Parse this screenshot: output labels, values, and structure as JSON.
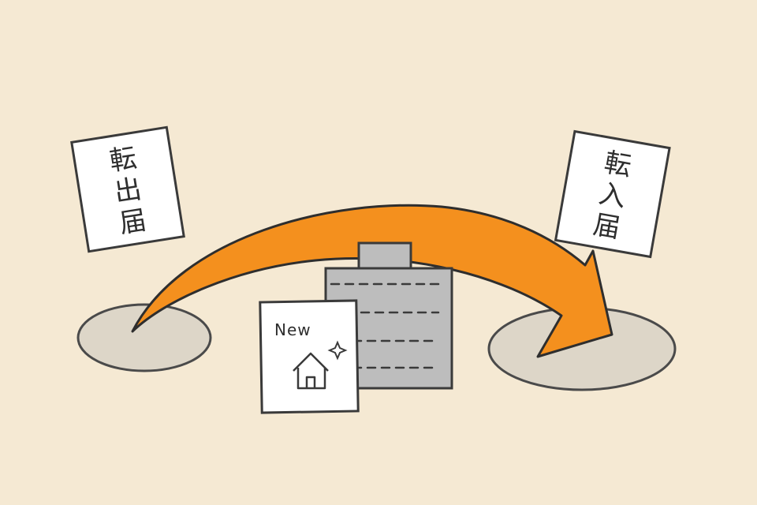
{
  "illustration": {
    "left_form": {
      "chars": [
        "転",
        "出",
        "届"
      ]
    },
    "right_form": {
      "chars": [
        "転",
        "入",
        "届"
      ]
    },
    "notice_card": {
      "label": "New"
    }
  },
  "colors": {
    "background": "#f5e9d3",
    "arrow": "#f4901e",
    "ground_ellipse": "#ddd6c8",
    "building": "#bdbdbd",
    "paper": "#ffffff",
    "stroke": "#3a3a3a"
  },
  "icons": [
    "house-icon",
    "sparkle-icon"
  ]
}
